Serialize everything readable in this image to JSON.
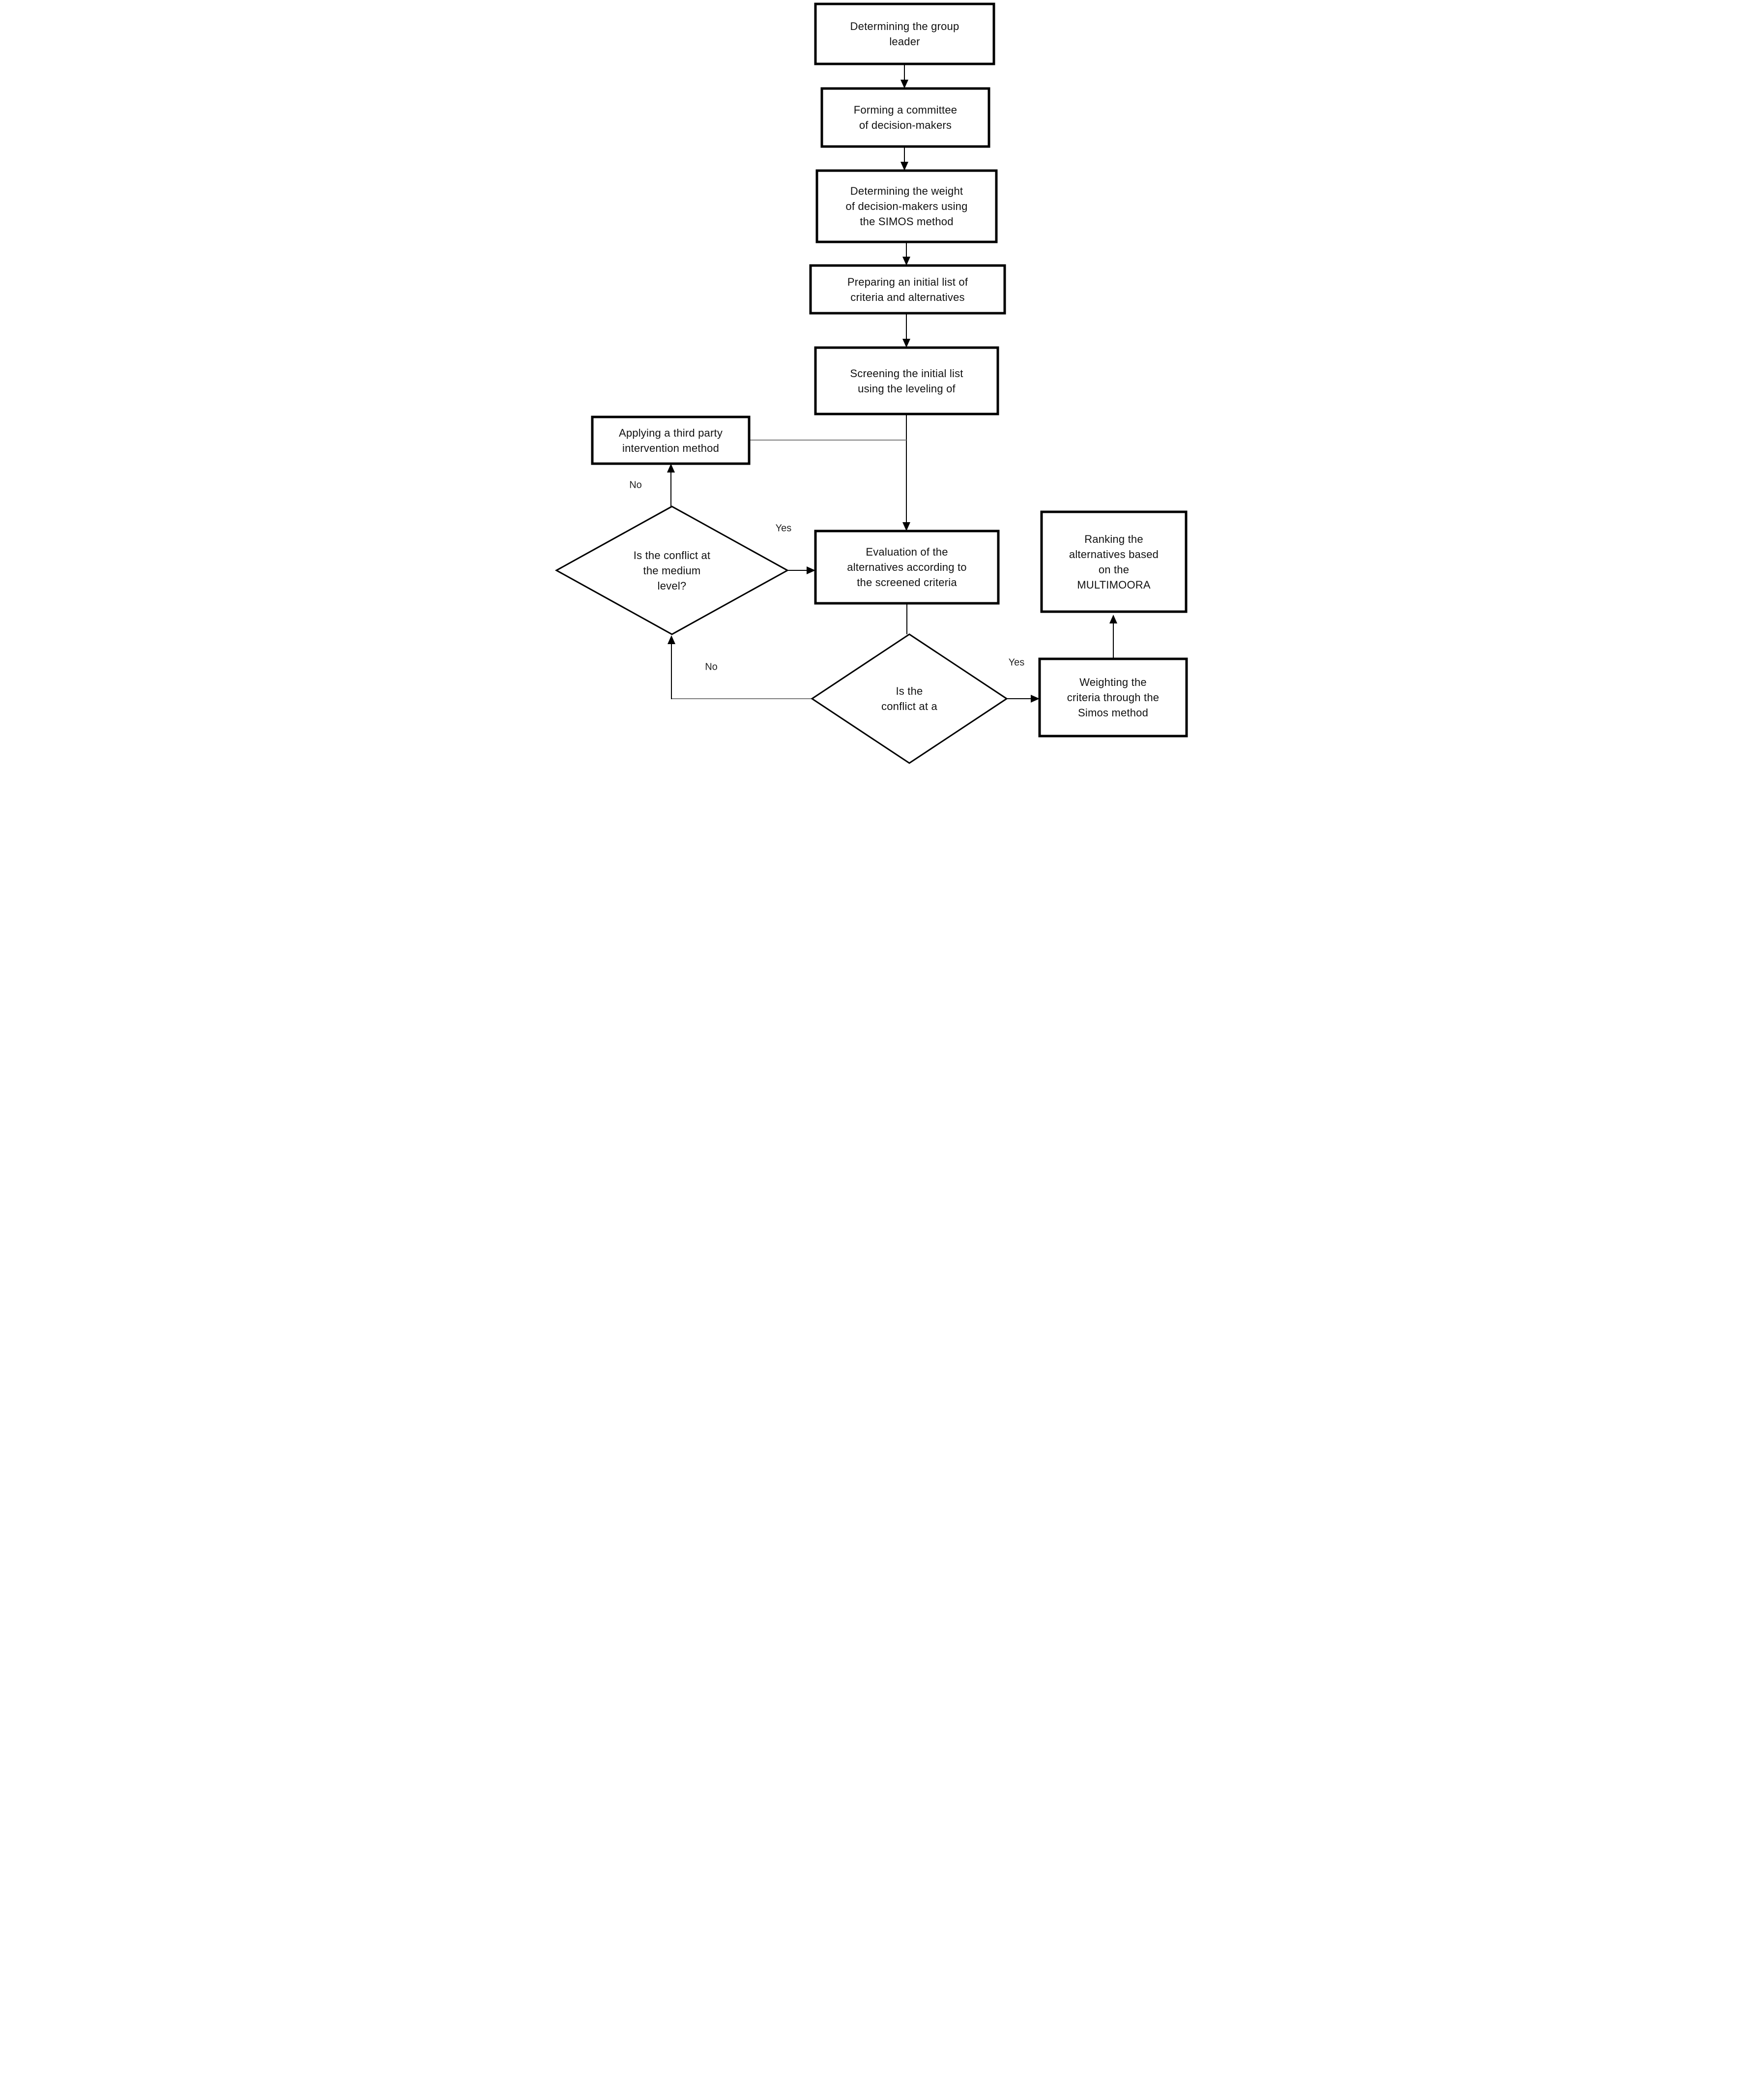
{
  "diagram": {
    "type": "flowchart",
    "background": "#ffffff",
    "colors": {
      "node_stroke": "#000000",
      "node_fill": "#ffffff",
      "connector": "#000000",
      "connector_gray": "#7d7d7d",
      "text": "#111111"
    },
    "nodes": [
      {
        "id": "group-leader",
        "shape": "rect",
        "label": "Determining the group leader",
        "lines": [
          "Determining the group",
          "leader"
        ]
      },
      {
        "id": "committee",
        "shape": "rect",
        "label": "Forming a committee of decision-makers",
        "lines": [
          "Forming a committee",
          "of decision-makers"
        ]
      },
      {
        "id": "weight-decision-makers",
        "shape": "rect",
        "label": "Determining the weight of decision-makers using the SIMOS method",
        "lines": [
          "Determining the weight",
          "of decision-makers using",
          "the SIMOS method"
        ]
      },
      {
        "id": "initial-list",
        "shape": "rect",
        "label": "Preparing an initial list of criteria and alternatives",
        "lines": [
          "Preparing an initial list of",
          "criteria and alternatives"
        ]
      },
      {
        "id": "screening",
        "shape": "rect",
        "label": "Screening the initial list using the leveling of",
        "lines": [
          "Screening the initial list",
          "using the leveling of"
        ]
      },
      {
        "id": "third-party",
        "shape": "rect",
        "label": "Applying a third party intervention method",
        "lines": [
          "Applying a third party",
          "intervention method"
        ]
      },
      {
        "id": "conflict-medium",
        "shape": "diamond",
        "label": "Is the conflict at the medium level?",
        "lines": [
          "Is the conflict at",
          "the medium",
          "level?"
        ]
      },
      {
        "id": "evaluation",
        "shape": "rect",
        "label": "Evaluation of the alternatives according to the screened criteria",
        "lines": [
          "Evaluation of the",
          "alternatives according to",
          "the screened criteria"
        ]
      },
      {
        "id": "conflict-low",
        "shape": "diamond",
        "label": "Is the conflict at a",
        "lines": [
          "Is the",
          "conflict at a"
        ]
      },
      {
        "id": "weighting",
        "shape": "rect",
        "label": "Weighting the criteria through the Simos method",
        "lines": [
          "Weighting the",
          "criteria through the",
          "Simos method"
        ]
      },
      {
        "id": "ranking",
        "shape": "rect",
        "label": "Ranking the alternatives based on the MULTIMOORA",
        "lines": [
          "Ranking the",
          "alternatives based",
          "on the",
          "MULTIMOORA"
        ]
      }
    ],
    "edge_labels": [
      {
        "id": "no-medium",
        "text": "No"
      },
      {
        "id": "yes-medium",
        "text": "Yes"
      },
      {
        "id": "no-low",
        "text": "No"
      },
      {
        "id": "yes-low",
        "text": "Yes"
      }
    ]
  }
}
